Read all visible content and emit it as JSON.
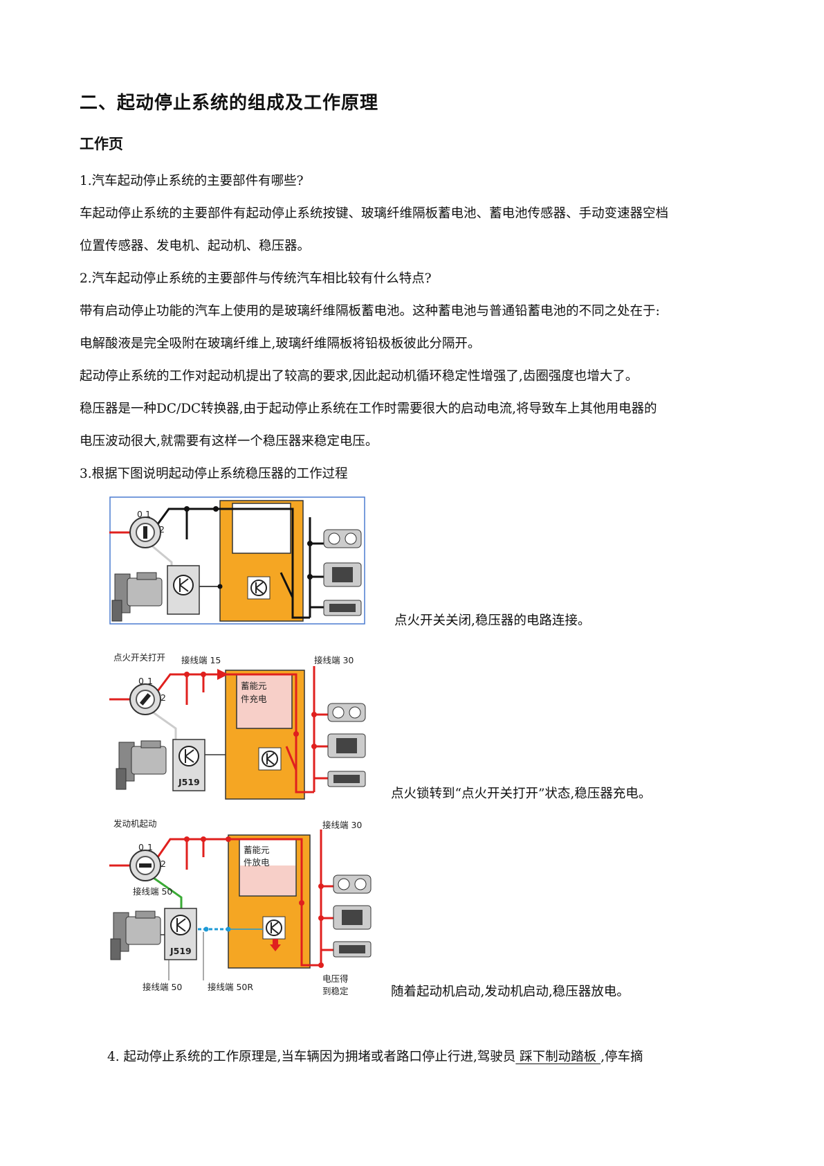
{
  "title": "二、起动停止系统的组成及工作原理",
  "subtitle": "工作页",
  "paragraphs": {
    "q1": "1.汽车起动停止系统的主要部件有哪些?",
    "a1_l1": "车起动停止系统的主要部件有起动停止系统按键、玻璃纤维隔板蓄电池、蓄电池传感器、手动变速器空档",
    "a1_l2": "位置传感器、发电机、起动机、稳压器。",
    "q2": "2.汽车起动停止系统的主要部件与传统汽车相比较有什么特点?",
    "a2_l1": "带有启动停止功能的汽车上使用的是玻璃纤维隔板蓄电池。这种蓄电池与普通铅蓄电池的不同之处在于:",
    "a2_l2": "电解酸液是完全吸附在玻璃纤维上,玻璃纤维隔板将铅极板彼此分隔开。",
    "a2_l3": "起动停止系统的工作对起动机提出了较高的要求,因此起动机循环稳定性增强了,齿圈强度也增大了。",
    "a2_l4": "稳压器是一种DC/DC转换器,由于起动停止系统在工作时需要很大的启动电流,将导致车上其他用电器的",
    "a2_l5": "电压波动很大,就需要有这样一个稳压器来稳定电压。",
    "q3": "3.根据下图说明起动停止系统稳压器的工作过程"
  },
  "figures": {
    "fig1": {
      "caption": "点火开关关闭,稳压器的电路连接。"
    },
    "fig2": {
      "caption": "点火锁转到“点火开关打开”状态,稳压器充电。",
      "label_state": "点火开关打开",
      "label_t15": "接线端 15",
      "label_t30": "接线端 30",
      "label_storage_1": "蓄能元",
      "label_storage_2": "件充电",
      "label_j519": "J519"
    },
    "fig3": {
      "caption": "随着起动机启动,发动机启动,稳压器放电。",
      "label_state": "发动机起动",
      "label_t30": "接线端 30",
      "label_storage_1": "蓄能元",
      "label_storage_2": "件放电",
      "label_t50_upper": "接线端 50",
      "label_t50_lower": "接线端 50",
      "label_t50r": "接线端 50R",
      "label_stable_1": "电压得",
      "label_stable_2": "到稳定",
      "label_j519": "J519"
    },
    "switch_positions": [
      "0",
      "1",
      "2"
    ]
  },
  "q4": {
    "prefix": "4.  起动停止系统的工作原理是,当车辆因为拥堵或者路口停止行进,驾驶员",
    "answer": " 踩下制动踏板 ",
    "suffix": ",停车摘"
  },
  "colors": {
    "box": "#f5a623",
    "wire_red": "#e0201e",
    "wire_green": "#3aaa35",
    "wire_blue": "#1e9ad6",
    "frame": "#4a7bd0"
  }
}
